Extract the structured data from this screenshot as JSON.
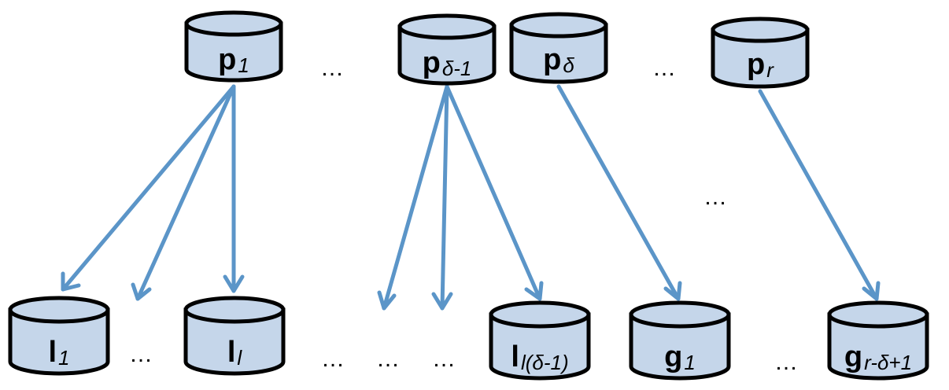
{
  "nodes": {
    "p1": {
      "main": "p",
      "sub": "1"
    },
    "p_dm1": {
      "main": "p",
      "sub": "δ-1"
    },
    "p_d": {
      "main": "p",
      "sub": "δ"
    },
    "p_r": {
      "main": "p",
      "sub": "r"
    },
    "l1": {
      "main": "l",
      "sub": "1"
    },
    "l_l": {
      "main": "l",
      "sub": "l"
    },
    "l_ldm1": {
      "main": "l",
      "sub": "l(δ-1)"
    },
    "g1": {
      "main": "g",
      "sub": "1"
    },
    "g_rdp1": {
      "main": "g",
      "sub": "r-δ+1"
    }
  },
  "ellipsis": "…",
  "colors": {
    "node_fill": "#c5d6ea",
    "node_stroke": "#000000",
    "arrow": "#5b95c8"
  }
}
